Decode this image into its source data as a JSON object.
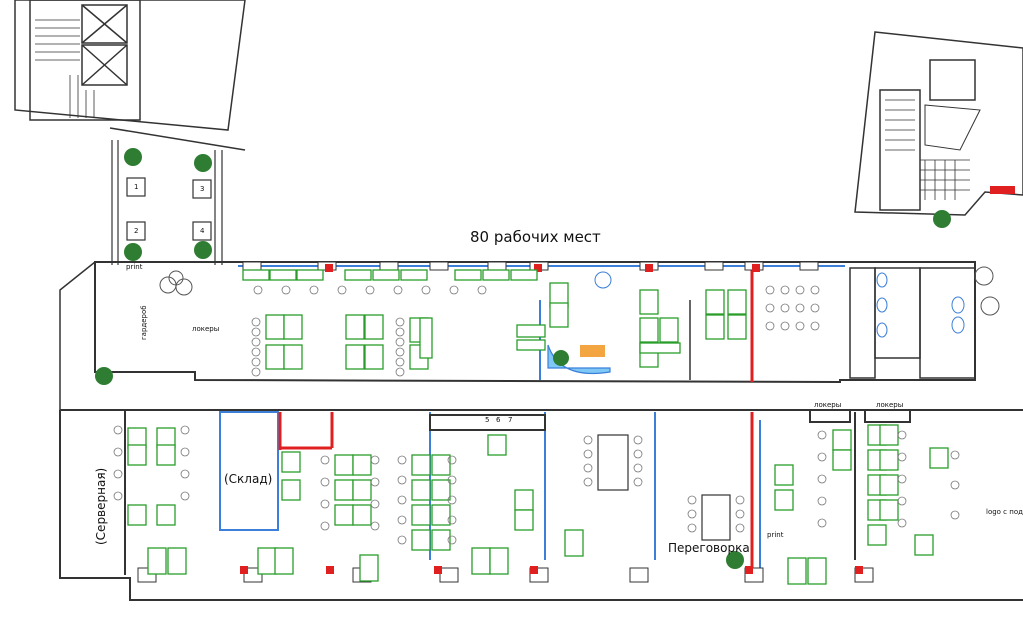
{
  "heading": "80 рабочих мест",
  "rooms": {
    "server": "(Серверная)",
    "storage": "(Склад)",
    "meeting": "Переговорка",
    "lockers_left": "локеры",
    "lockers_a": "локеры",
    "lockers_b": "локеры",
    "wardrobe": "гардероб",
    "logo": "logo с под"
  },
  "tags": {
    "print_top": "print",
    "print_bottom": "print"
  },
  "stair_numbers": [
    "1",
    "2",
    "3",
    "4"
  ],
  "bay_numbers": [
    "5",
    "6",
    "7"
  ],
  "colors": {
    "wall": "#333333",
    "desk": "#2a9d2a",
    "glass": "#3b7fd9",
    "accent_red": "#e02020",
    "plant": "#2e7d32",
    "pool": "#7fc8f5",
    "orange": "#f2a541"
  }
}
